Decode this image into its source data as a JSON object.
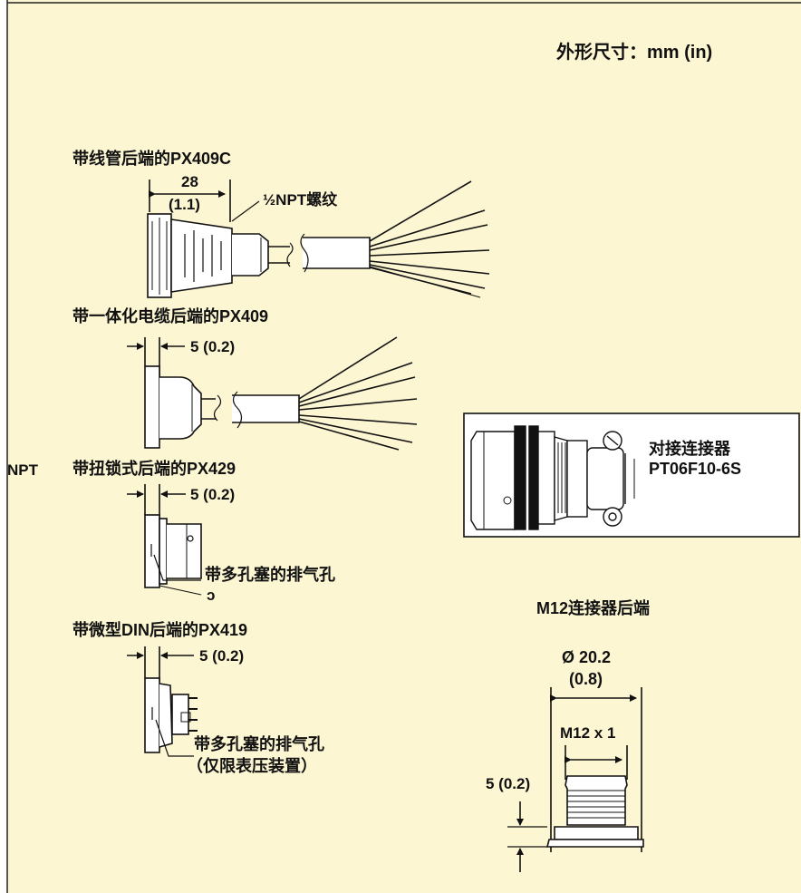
{
  "colors": {
    "background": "#fdf6d3",
    "frame": "#222222",
    "ink": "#111111",
    "panel": "#ffffff"
  },
  "header": {
    "units": "外形尺寸：mm (in)"
  },
  "left_edge": {
    "fragment": "NPT"
  },
  "px409c": {
    "title": "带线管后端的PX409C",
    "dim_mm": "28",
    "dim_in": "(1.1)",
    "thread_label": "½NPT螺纹"
  },
  "px409": {
    "title": "带一体化电缆后端的PX409",
    "dim": "5 (0.2)"
  },
  "px429": {
    "title": "带扭锁式后端的PX429",
    "dim": "5 (0.2)",
    "vent_label": "带多孔塞的排气孔",
    "vent_fragment": "ɔ"
  },
  "px419": {
    "title": "带微型DIN后端的PX419",
    "dim": "5 (0.2)",
    "vent_label": "带多孔塞的排气孔",
    "vent_note": "（仅限表压装置）"
  },
  "mating": {
    "label_line1": "对接连接器",
    "label_line2": "PT06F10-6S"
  },
  "m12": {
    "title": "M12连接器后端",
    "diameter": "Ø 20.2",
    "diameter_in": "(0.8)",
    "thread": "M12 x 1",
    "height": "5 (0.2)"
  }
}
